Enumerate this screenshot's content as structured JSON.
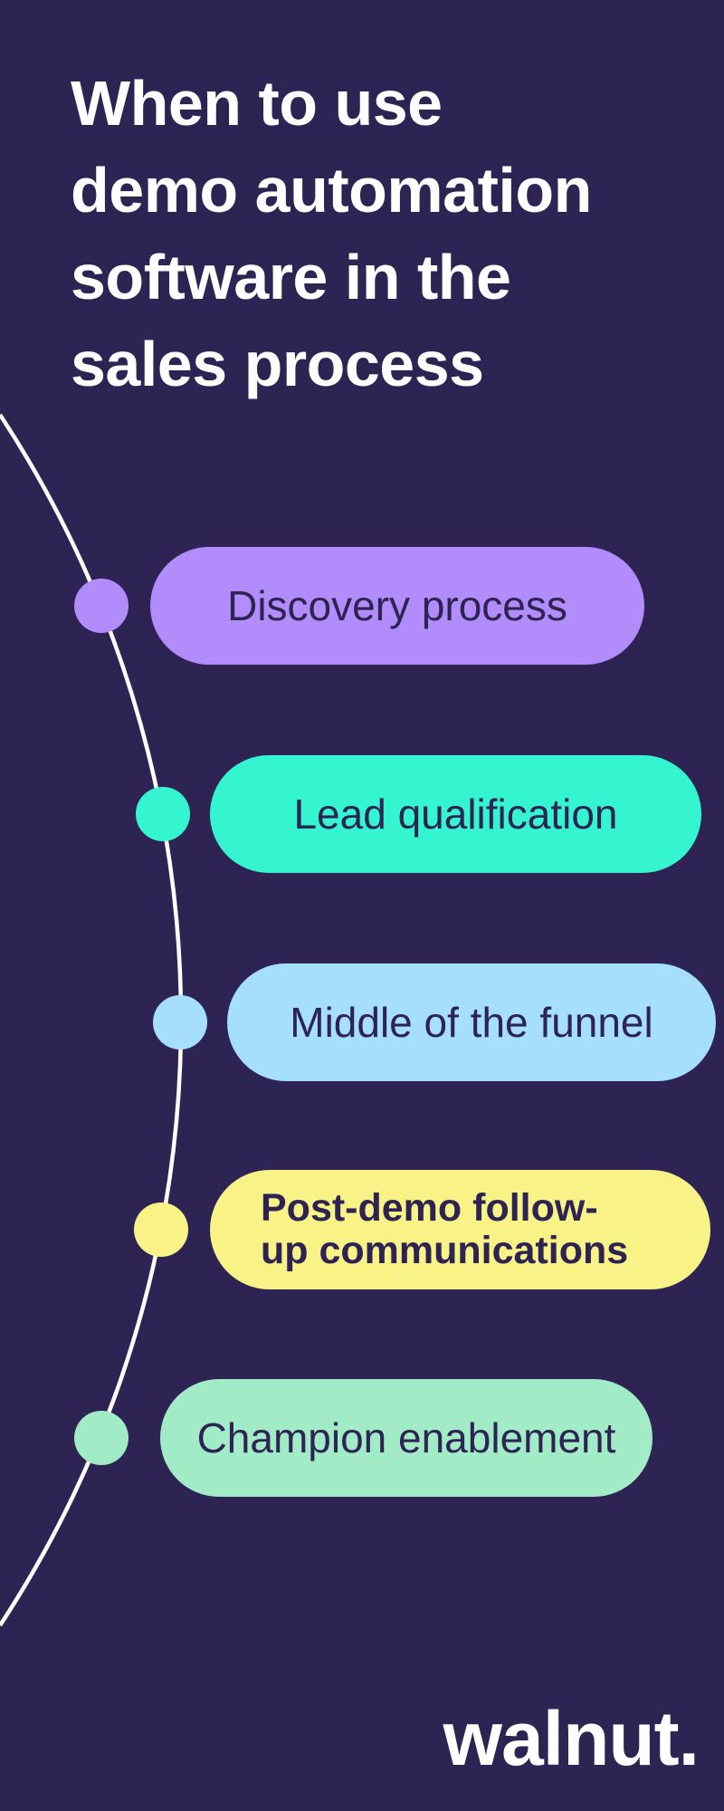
{
  "page": {
    "background": "#2E2454",
    "curve_color": "#FFFFFF",
    "pill_text_color": "#2E2454",
    "title_color": "#FFFFFF"
  },
  "title": {
    "text": "When to use demo automation software in the sales process",
    "lines": [
      "When to use",
      "demo automation",
      "software in the",
      "sales process"
    ],
    "color": "#FFFFFF"
  },
  "items": [
    {
      "label": "Discovery process",
      "color": "#B18CFA"
    },
    {
      "label": "Lead qualification",
      "color": "#35F5D0"
    },
    {
      "label": "Middle of the funnel",
      "color": "#A5DFFA"
    },
    {
      "label": "Post-demo follow-up communications",
      "label_lines": [
        "Post-demo follow-",
        "up communications"
      ],
      "color": "#F9F287"
    },
    {
      "label": "Champion enablement",
      "color": "#A2EBC7"
    }
  ],
  "footer": {
    "logo_text": "walnut."
  }
}
